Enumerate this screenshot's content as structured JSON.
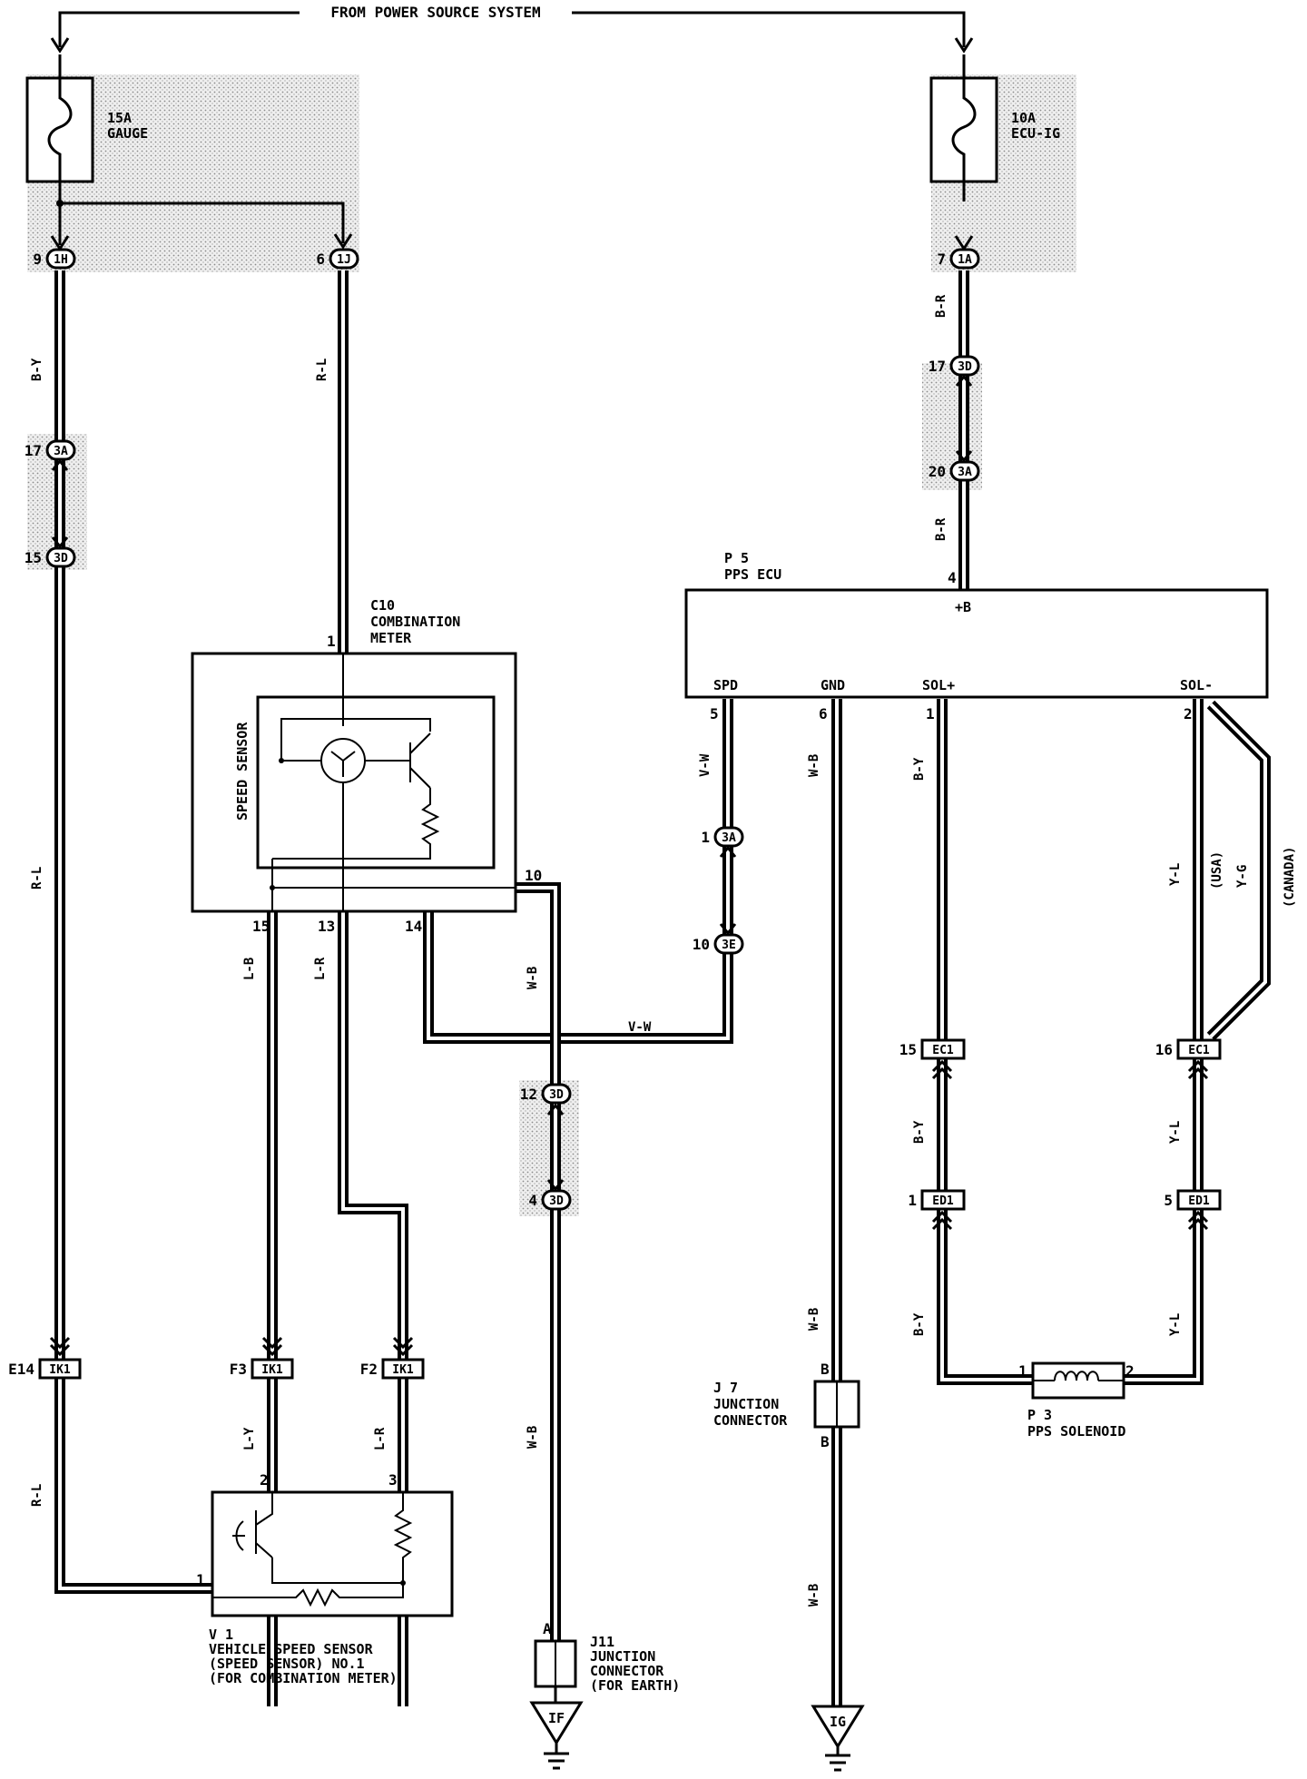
{
  "header": {
    "power_source": "FROM POWER SOURCE SYSTEM"
  },
  "fuses": {
    "gauge": {
      "amp": "15A",
      "name": "GAUGE"
    },
    "ecu_ig": {
      "amp": "10A",
      "name": "ECU-IG"
    }
  },
  "connectors": {
    "c_1h": {
      "pin": "9",
      "id": "1H"
    },
    "c_1j": {
      "pin": "6",
      "id": "1J"
    },
    "c_1a": {
      "pin": "7",
      "id": "1A"
    },
    "c_3a_left": {
      "pin": "17",
      "id": "3A"
    },
    "c_3d_left": {
      "pin": "15",
      "id": "3D"
    },
    "c_3d_right": {
      "pin": "17",
      "id": "3D"
    },
    "c_3a_right": {
      "pin": "20",
      "id": "3A"
    },
    "c_3a_spd": {
      "pin": "1",
      "id": "3A"
    },
    "c_3e_spd": {
      "pin": "10",
      "id": "3E"
    },
    "c_3d_gnd_top": {
      "pin": "12",
      "id": "3D"
    },
    "c_3d_gnd_bot": {
      "pin": "4",
      "id": "3D"
    },
    "ec1_left": {
      "pin": "15",
      "id": "EC1"
    },
    "ec1_right": {
      "pin": "16",
      "id": "EC1"
    },
    "ed1_left": {
      "pin": "1",
      "id": "ED1"
    },
    "ed1_right": {
      "pin": "5",
      "id": "ED1"
    },
    "ik1_e14": {
      "pin": "E14",
      "id": "IK1"
    },
    "ik1_f3": {
      "pin": "F3",
      "id": "IK1"
    },
    "ik1_f2": {
      "pin": "F2",
      "id": "IK1"
    }
  },
  "wires": {
    "by_left": "B-Y",
    "rl_top": "R-L",
    "rl_left": "R-L",
    "rl_bottom": "R-L",
    "br_top": "B-R",
    "br_bot": "B-R",
    "lb": "L-B",
    "lr_meter": "L-R",
    "vw_ecu": "V-W",
    "vw_horiz": "V-W",
    "wb_meter": "W-B",
    "wb_ecu": "W-B",
    "wb_j11": "W-B",
    "wb_j7_top": "W-B",
    "wb_j7_bot": "W-B",
    "by_sol_1": "B-Y",
    "by_sol_2": "B-Y",
    "by_sol_3": "B-Y",
    "yl_1": "Y-L",
    "yl_2": "Y-L",
    "yl_3": "Y-L",
    "yg": "Y-G",
    "usa": "(USA)",
    "canada": "(CANADA)",
    "ly": "L-Y",
    "lr_sensor": "L-R"
  },
  "combination_meter": {
    "id": "C10",
    "name_line1": "COMBINATION",
    "name_line2": "METER",
    "speed_sensor": "SPEED SENSOR",
    "pins": {
      "p1": "1",
      "p15": "15",
      "p13": "13",
      "p14": "14",
      "p10": "10"
    }
  },
  "pps_ecu": {
    "id": "P 5",
    "name": "PPS ECU",
    "terminals": {
      "b": "+B",
      "spd": "SPD",
      "gnd": "GND",
      "solp": "SOL+",
      "solm": "SOL-"
    },
    "pins": {
      "b": "4",
      "spd": "5",
      "gnd": "6",
      "solp": "1",
      "solm": "2"
    }
  },
  "vss": {
    "id": "V 1",
    "line1": "VEHICLE SPEED SENSOR",
    "line2": "(SPEED SENSOR) NO.1",
    "line3": "(FOR COMBINATION METER)",
    "pins": {
      "p1": "1",
      "p2": "2",
      "p3": "3"
    }
  },
  "j7": {
    "id": "J 7",
    "line1": "JUNCTION",
    "line2": "CONNECTOR",
    "pin_top": "B",
    "pin_bot": "B"
  },
  "j11": {
    "id": "J11",
    "line1": "JUNCTION",
    "line2": "CONNECTOR",
    "line3": "(FOR EARTH)",
    "pin": "A"
  },
  "pps_solenoid": {
    "id": "P 3",
    "name": "PPS SOLENOID",
    "pin1": "1",
    "pin2": "2"
  },
  "grounds": {
    "left": "IF",
    "right": "IG"
  }
}
